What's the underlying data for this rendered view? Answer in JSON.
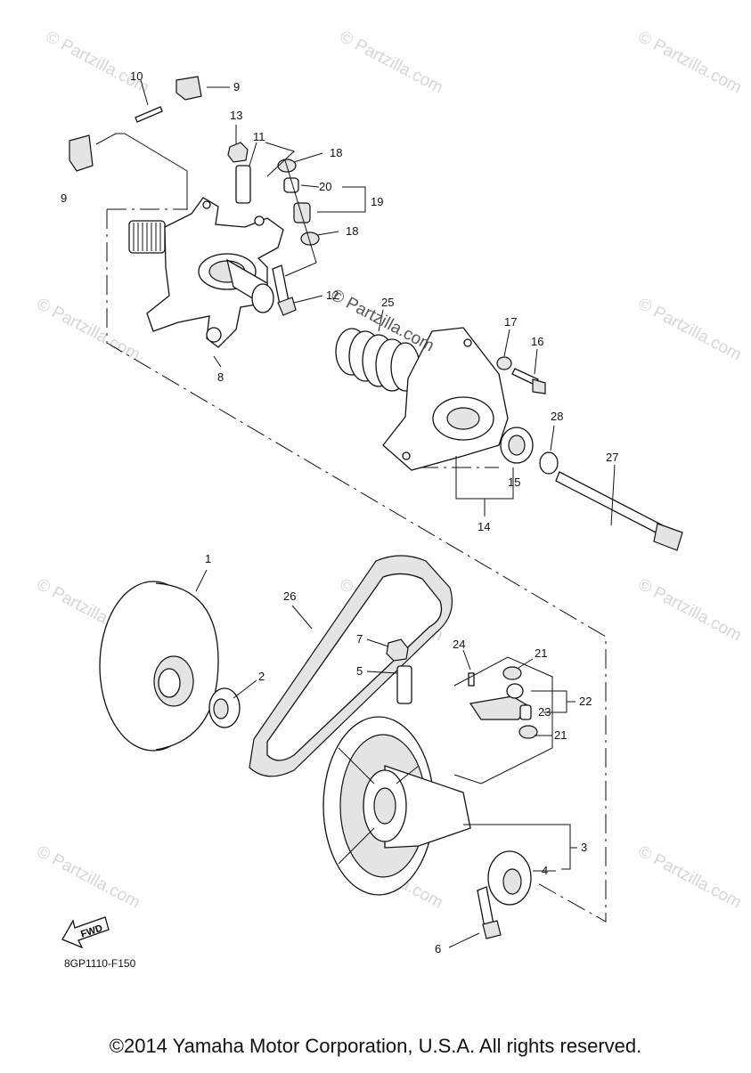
{
  "parts": {
    "p1": "1",
    "p2": "2",
    "p3": "3",
    "p4": "4",
    "p5": "5",
    "p6": "6",
    "p7": "7",
    "p8": "8",
    "p9a": "9",
    "p9b": "9",
    "p10": "10",
    "p11": "11",
    "p12": "12",
    "p13": "13",
    "p14": "14",
    "p15": "15",
    "p16": "16",
    "p17": "17",
    "p18a": "18",
    "p18b": "18",
    "p19": "19",
    "p20": "20",
    "p21a": "21",
    "p21b": "21",
    "p22": "22",
    "p23": "23",
    "p24": "24",
    "p25": "25",
    "p26": "26",
    "p27": "27",
    "p28": "28"
  },
  "fwd_label": "FWD",
  "diagram_ref": "8GP1110-F150",
  "watermark": "© Partzilla.com",
  "copyright": "©2014 Yamaha Motor Corporation, U.S.A. All rights reserved."
}
